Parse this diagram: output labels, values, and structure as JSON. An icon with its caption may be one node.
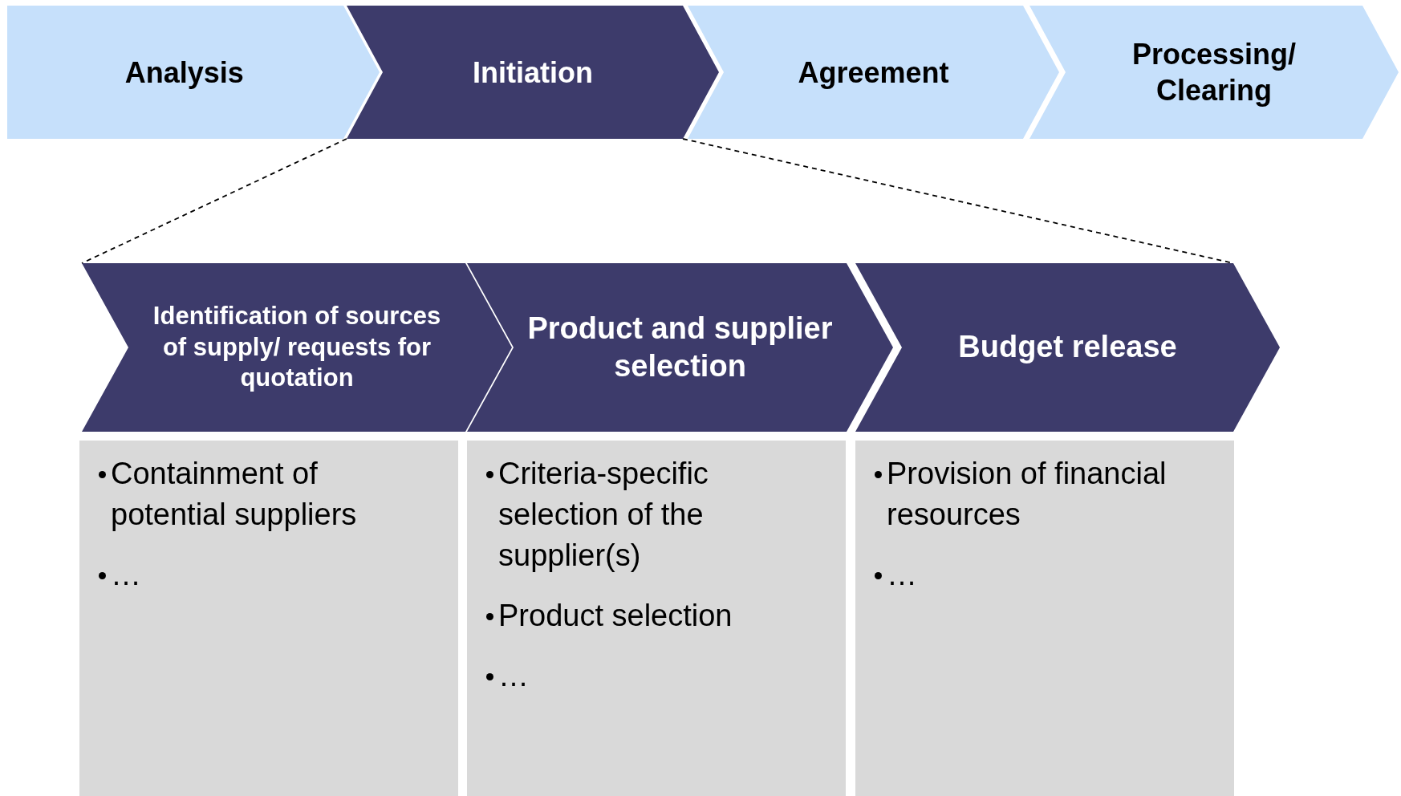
{
  "diagram": {
    "nodes": [
      {
        "text": [
          "Analysis"
        ]
      },
      {
        "text": [
          "Initiation"
        ]
      },
      {
        "text": [
          "Agreement"
        ]
      },
      {
        "text": [
          "Processing/ Clearing"
        ]
      },
      {
        "text": [
          "Identification of sources of supply/ requests for quotation"
        ]
      },
      {
        "text": [
          "Product and supplier selection"
        ]
      },
      {
        "text": [
          "Budget release"
        ]
      },
      {
        "text": [
          "Containment of potential suppliers",
          "…"
        ]
      },
      {
        "text": [
          "Criteria-specific selection of the supplier(s)",
          "Product selection",
          "…"
        ]
      },
      {
        "text": [
          "Provision of financial resources",
          "…"
        ]
      }
    ],
    "edges": [
      {
        "from": 1,
        "to": 4,
        "arrow": "none",
        "style": "dashed"
      },
      {
        "from": 1,
        "to": 6,
        "arrow": "none",
        "style": "dashed"
      }
    ]
  }
}
